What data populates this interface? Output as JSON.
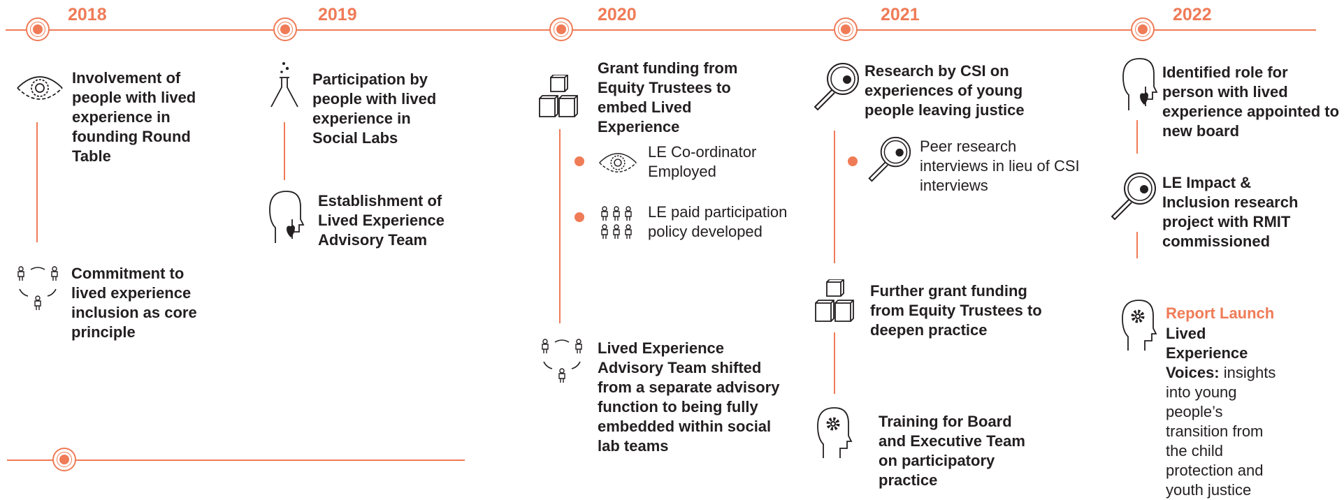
{
  "years": [
    "2018",
    "2019",
    "2020",
    "2021",
    "2022"
  ],
  "events": {
    "y2018_a": "Involvement of people with lived experience in founding Round Table",
    "y2018_b": "Commitment to lived experience inclusion as core principle",
    "y2019_a": "Participation by people with lived experience in Social Labs",
    "y2019_b": "Establishment of Lived Experience Advisory Team",
    "y2020_a": "Grant funding from Equity Trustees to embed Lived Experience",
    "y2020_s1": "LE Co-ordinator Employed",
    "y2020_s2": "LE paid participation policy developed",
    "y2020_b": "Lived Experience Advisory Team shifted from a separate advisory function to being fully embedded within social lab teams",
    "y2021_a": "Research by CSI on experiences of young people leaving justice",
    "y2021_s1": "Peer research interviews in lieu of CSI interviews",
    "y2021_b": "Further grant funding from Equity Trustees to deepen practice",
    "y2021_c": "Training for Board and Executive Team on participatory practice",
    "y2022_a": "Identified role for person with lived experience appointed to new board",
    "y2022_b": "LE Impact & Inclusion research project with RMIT commissioned",
    "y2022_c_label": "Report Launch",
    "y2022_c_title": "Lived Experience Voices:",
    "y2022_c_text": "insights into young people’s transition from the child protection and youth justice"
  },
  "icons": {
    "eye": "eye-icon",
    "people_circle": "people-circle-icon",
    "flask": "flask-icon",
    "head_heart": "head-heart-icon",
    "blocks": "blocks-icon",
    "people_grid": "people-grid-icon",
    "magnifier": "magnifier-icon",
    "head_gear": "head-gear-icon"
  },
  "colors": {
    "accent": "#ef7b57",
    "text": "#231f20"
  }
}
